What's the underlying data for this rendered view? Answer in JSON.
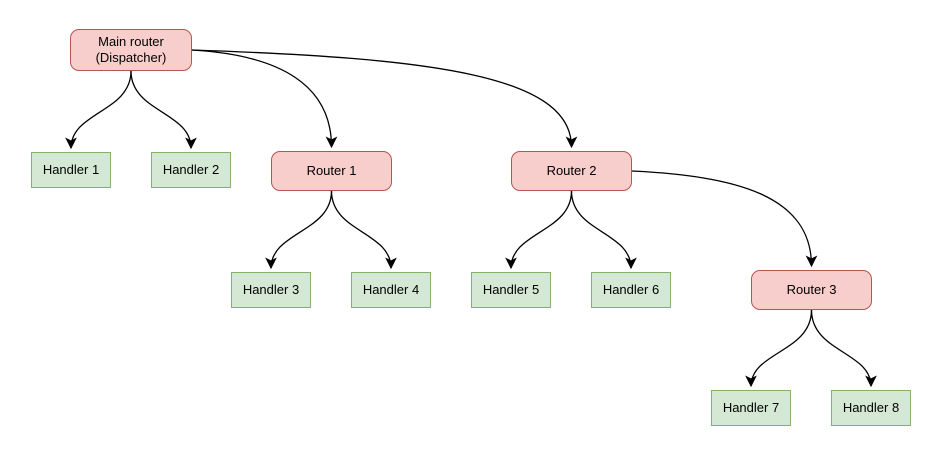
{
  "diagram": {
    "type": "tree",
    "colors": {
      "router_fill": "#f8cecc",
      "router_stroke": "#b85450",
      "handler_fill": "#d5e8d4",
      "handler_stroke": "#82b366",
      "edge": "#000000",
      "text": "#000000",
      "background": "#ffffff"
    },
    "nodes": {
      "main": {
        "label": "Main router\n(Dispatcher)",
        "type": "router"
      },
      "router1": {
        "label": "Router 1",
        "type": "router"
      },
      "router2": {
        "label": "Router 2",
        "type": "router"
      },
      "router3": {
        "label": "Router 3",
        "type": "router"
      },
      "handler1": {
        "label": "Handler 1",
        "type": "handler"
      },
      "handler2": {
        "label": "Handler 2",
        "type": "handler"
      },
      "handler3": {
        "label": "Handler 3",
        "type": "handler"
      },
      "handler4": {
        "label": "Handler 4",
        "type": "handler"
      },
      "handler5": {
        "label": "Handler 5",
        "type": "handler"
      },
      "handler6": {
        "label": "Handler 6",
        "type": "handler"
      },
      "handler7": {
        "label": "Handler 7",
        "type": "handler"
      },
      "handler8": {
        "label": "Handler 8",
        "type": "handler"
      }
    },
    "edges": [
      {
        "from": "main",
        "to": "handler1"
      },
      {
        "from": "main",
        "to": "handler2"
      },
      {
        "from": "main",
        "to": "router1"
      },
      {
        "from": "main",
        "to": "router2"
      },
      {
        "from": "router1",
        "to": "handler3"
      },
      {
        "from": "router1",
        "to": "handler4"
      },
      {
        "from": "router2",
        "to": "handler5"
      },
      {
        "from": "router2",
        "to": "handler6"
      },
      {
        "from": "router2",
        "to": "router3"
      },
      {
        "from": "router3",
        "to": "handler7"
      },
      {
        "from": "router3",
        "to": "handler8"
      }
    ]
  }
}
